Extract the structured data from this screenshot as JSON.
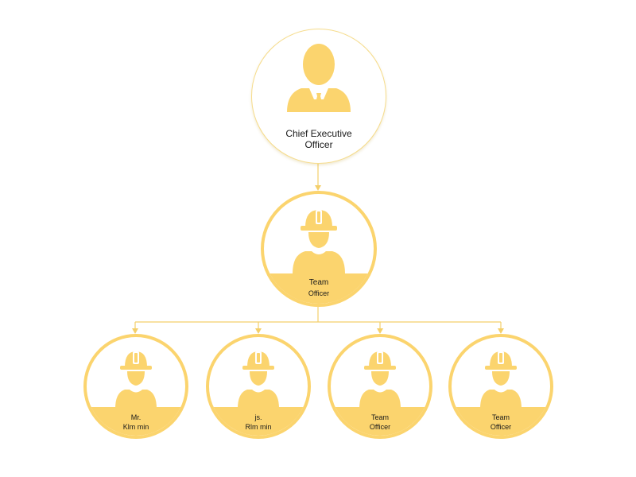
{
  "colors": {
    "accent": "#fbd46e",
    "line": "#f4cf6a",
    "ceo_border": "#f6dc8c",
    "text": "#1a1a1a"
  },
  "ceo": {
    "icon": "businessman-icon",
    "line1": "Chief Executive",
    "line2": "Officer"
  },
  "team_officer": {
    "icon": "worker-hardhat-icon",
    "line1": "Team",
    "line2": "Officer"
  },
  "members": [
    {
      "icon": "worker-hardhat-icon",
      "line1": "Mr.",
      "line2": "Klm min"
    },
    {
      "icon": "worker-hardhat-icon",
      "line1": "js.",
      "line2": "Rlm min"
    },
    {
      "icon": "worker-hardhat-icon",
      "line1": "Team",
      "line2": "Officer"
    },
    {
      "icon": "worker-hardhat-icon",
      "line1": "Team",
      "line2": "Officer"
    }
  ]
}
